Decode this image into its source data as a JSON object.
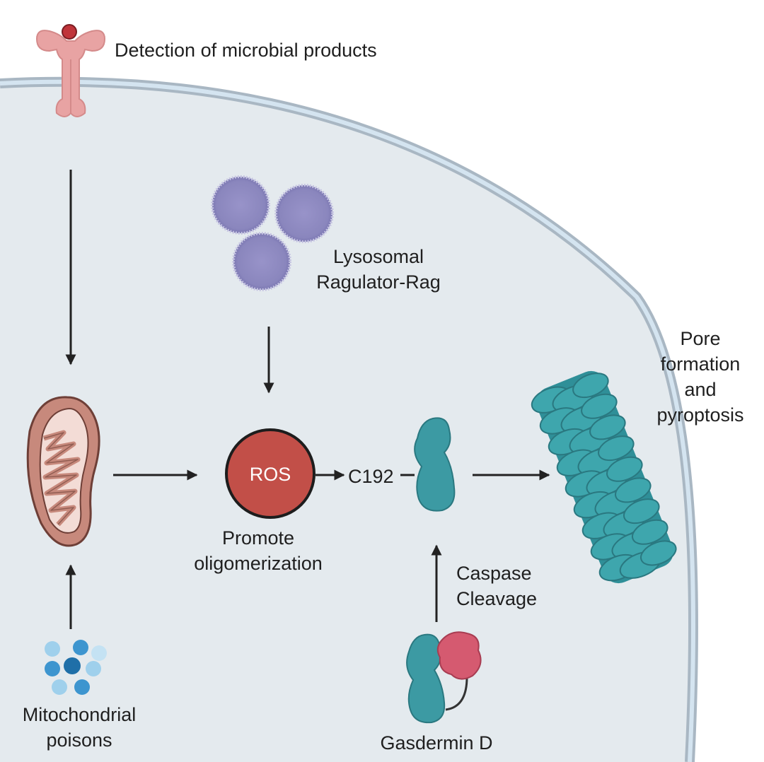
{
  "labels": {
    "detection": "Detection of microbial products",
    "lysosomal_line1": "Lysosomal",
    "lysosomal_line2": "Ragulator-Rag",
    "ros": "ROS",
    "c192": "C192",
    "promote_line1": "Promote",
    "promote_line2": "oligomerization",
    "caspase_line1": "Caspase",
    "caspase_line2": "Cleavage",
    "pore_line1": "Pore",
    "pore_line2": "formation",
    "pore_line3": "and",
    "pore_line4": "pyroptosis",
    "mito_poisons_line1": "Mitochondrial",
    "mito_poisons_line2": "poisons",
    "gasdermin": "Gasdermin D"
  },
  "colors": {
    "cytoplasm": "#e4eaee",
    "membrane_outer": "#a9b7c3",
    "membrane_inner": "#d4e4f0",
    "receptor": "#e8a3a3",
    "ligand": "#c0343a",
    "lysosome": "#8e8ac0",
    "mitochondrion": "#c7897c",
    "ros": "#c24f48",
    "gasdermin": "#3c9aa3",
    "gasdermin_n": "#d55a70",
    "poison": "#4a9fd6",
    "arrow": "#222222"
  }
}
